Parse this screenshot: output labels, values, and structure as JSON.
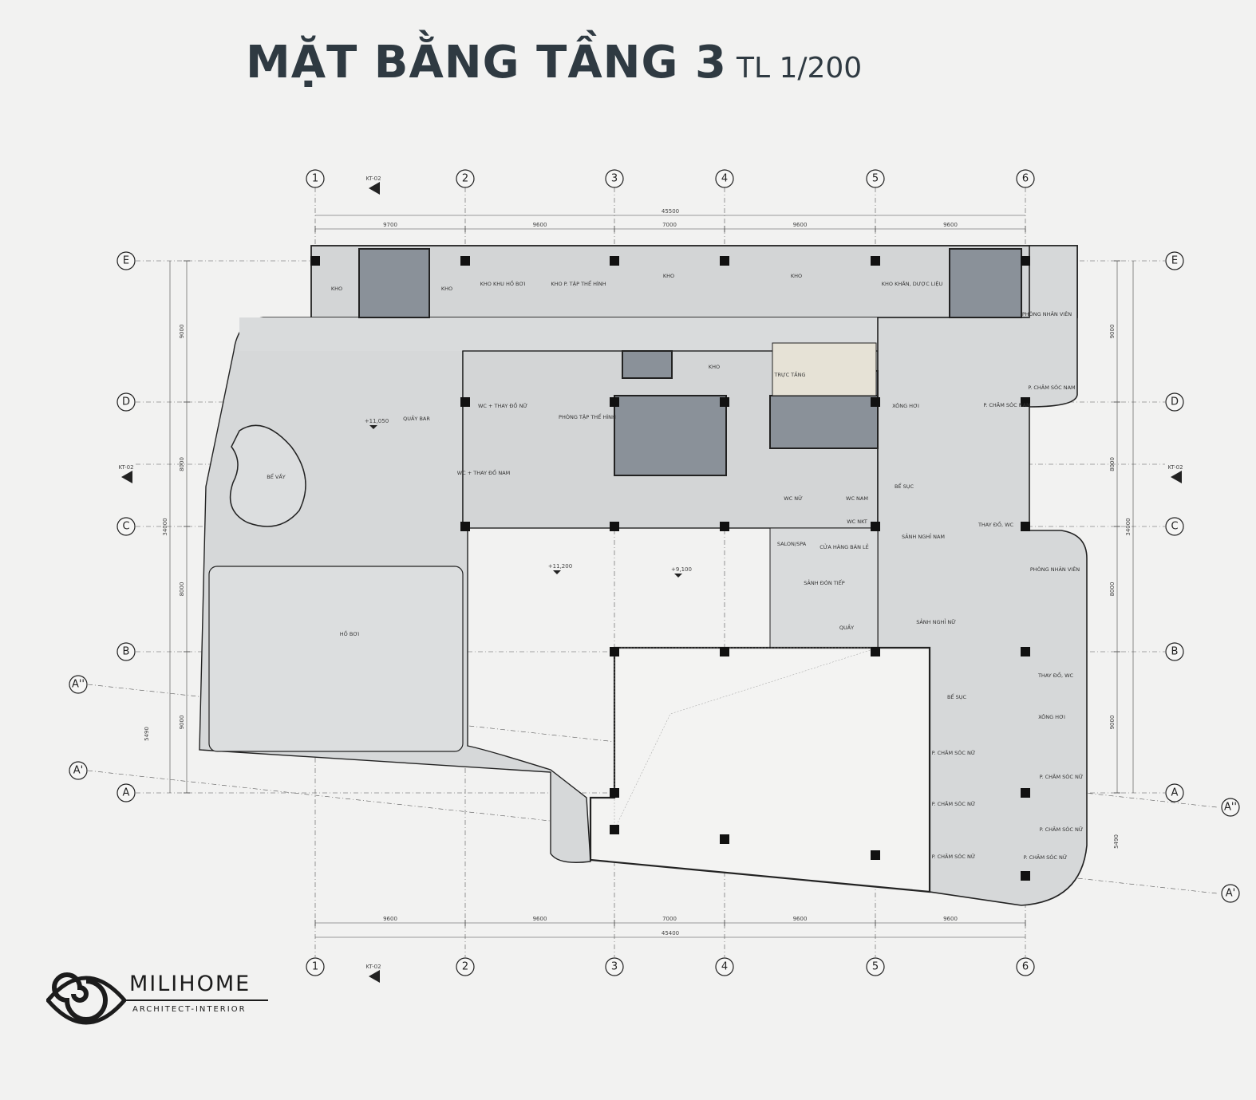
{
  "title": {
    "main": "MẶT BẰNG TẦNG 3",
    "scale": "TL 1/200"
  },
  "grid": {
    "columns": [
      "1",
      "2",
      "3",
      "4",
      "5",
      "6"
    ],
    "rows": [
      "E",
      "D",
      "C",
      "B",
      "A"
    ],
    "offset_axes": [
      "A''",
      "A'",
      "A''",
      "A'"
    ]
  },
  "dimensions": {
    "top_total": "45500",
    "bottom_total": "45400",
    "top_spans": [
      "9700",
      "9600",
      "7000",
      "9600",
      "9600"
    ],
    "bottom_spans": [
      "9600",
      "9600",
      "7000",
      "9600",
      "9600"
    ],
    "left_spans": [
      "9000",
      "8000",
      "8000",
      "9000"
    ],
    "left_total": "34000",
    "right_spans": [
      "9000",
      "8000",
      "8000",
      "9000"
    ],
    "right_total": "34000",
    "offset_dim": "5490",
    "section_marks": [
      "KT-02",
      "KT-02",
      "KT-02",
      "KT-02"
    ]
  },
  "levels": [
    "+11,050",
    "+11,200",
    "+9,100"
  ],
  "rooms": [
    "KHO",
    "KHO",
    "KHO KHU HỒ BƠI",
    "KHO P. TẬP THỂ HÌNH",
    "KHO",
    "KHO",
    "KHO KHĂN, DƯỢC LIỆU",
    "PHÒNG NHÂN VIÊN",
    "P. CHĂM SÓC NAM",
    "KHO",
    "TRỰC TẦNG",
    "WC + THAY ĐỒ NỮ",
    "PHÒNG TẬP THỂ HÌNH",
    "QUẦY BAR",
    "XÔNG HƠI",
    "P. CHĂM SÓC NAM",
    "BỂ VẦY",
    "WC + THAY ĐỒ NAM",
    "WC NỮ",
    "WC NAM",
    "BỂ SỤC",
    "WC NKT",
    "THAY ĐỒ, WC",
    "SALON/SPA",
    "CỬA HÀNG BÁN LẺ",
    "SẢNH NGHỈ NAM",
    "PHÒNG NHÂN VIÊN",
    "SẢNH ĐÓN TIẾP",
    "SẢNH NGHỈ NỮ",
    "QUẦY",
    "HỒ BƠI",
    "THAY ĐỒ, WC",
    "BỂ SỤC",
    "XÔNG HƠI",
    "P. CHĂM SÓC NỮ",
    "P. CHĂM SÓC NỮ",
    "P. CHĂM SÓC NỮ",
    "P. CHĂM SÓC NỮ",
    "P. CHĂM SÓC NỮ",
    "P. CHĂM SÓC NỮ"
  ],
  "logo": {
    "brand": "MILIHOME",
    "tagline": "ARCHITECT-INTERIOR"
  },
  "colors": {
    "background": "#f2f2f1",
    "floor": "#d7d9da",
    "core": "#8a9199",
    "wall": "#222222",
    "title": "#2f3a42"
  }
}
